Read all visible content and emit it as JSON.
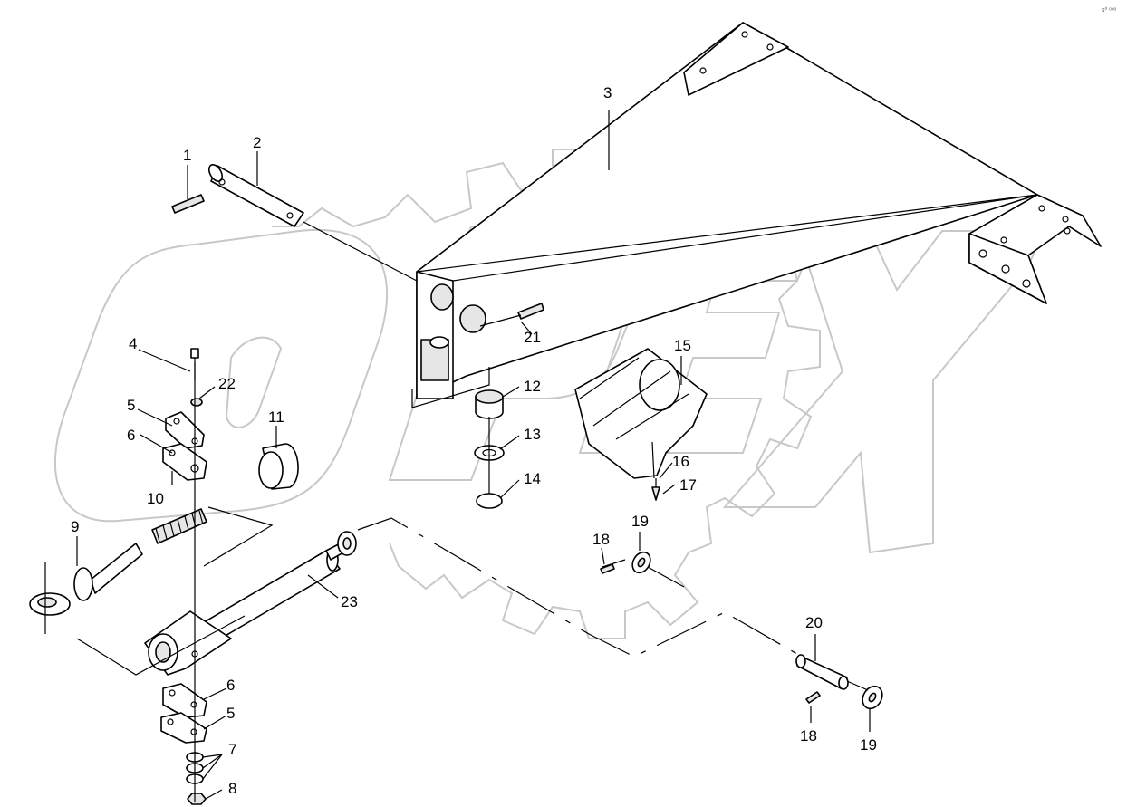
{
  "corner_mark": "s⁰ ᵒᵒᵒ",
  "callouts": [
    {
      "id": "c1",
      "text": "1"
    },
    {
      "id": "c2",
      "text": "2"
    },
    {
      "id": "c3",
      "text": "3"
    },
    {
      "id": "c4",
      "text": "4"
    },
    {
      "id": "c5a",
      "text": "5"
    },
    {
      "id": "c5b",
      "text": "5"
    },
    {
      "id": "c6a",
      "text": "6"
    },
    {
      "id": "c6b",
      "text": "6"
    },
    {
      "id": "c7",
      "text": "7"
    },
    {
      "id": "c8",
      "text": "8"
    },
    {
      "id": "c9",
      "text": "9"
    },
    {
      "id": "c10",
      "text": "10"
    },
    {
      "id": "c11",
      "text": "11"
    },
    {
      "id": "c12",
      "text": "12"
    },
    {
      "id": "c13",
      "text": "13"
    },
    {
      "id": "c14",
      "text": "14"
    },
    {
      "id": "c15",
      "text": "15"
    },
    {
      "id": "c16",
      "text": "16"
    },
    {
      "id": "c17",
      "text": "17"
    },
    {
      "id": "c18a",
      "text": "18"
    },
    {
      "id": "c18b",
      "text": "18"
    },
    {
      "id": "c19a",
      "text": "19"
    },
    {
      "id": "c19b",
      "text": "19"
    },
    {
      "id": "c20",
      "text": "20"
    },
    {
      "id": "c21",
      "text": "21"
    },
    {
      "id": "c22",
      "text": "22"
    },
    {
      "id": "c23",
      "text": "23"
    }
  ],
  "colors": {
    "line": "#000000",
    "watermark": "#c8c8c8",
    "background": "#ffffff"
  }
}
